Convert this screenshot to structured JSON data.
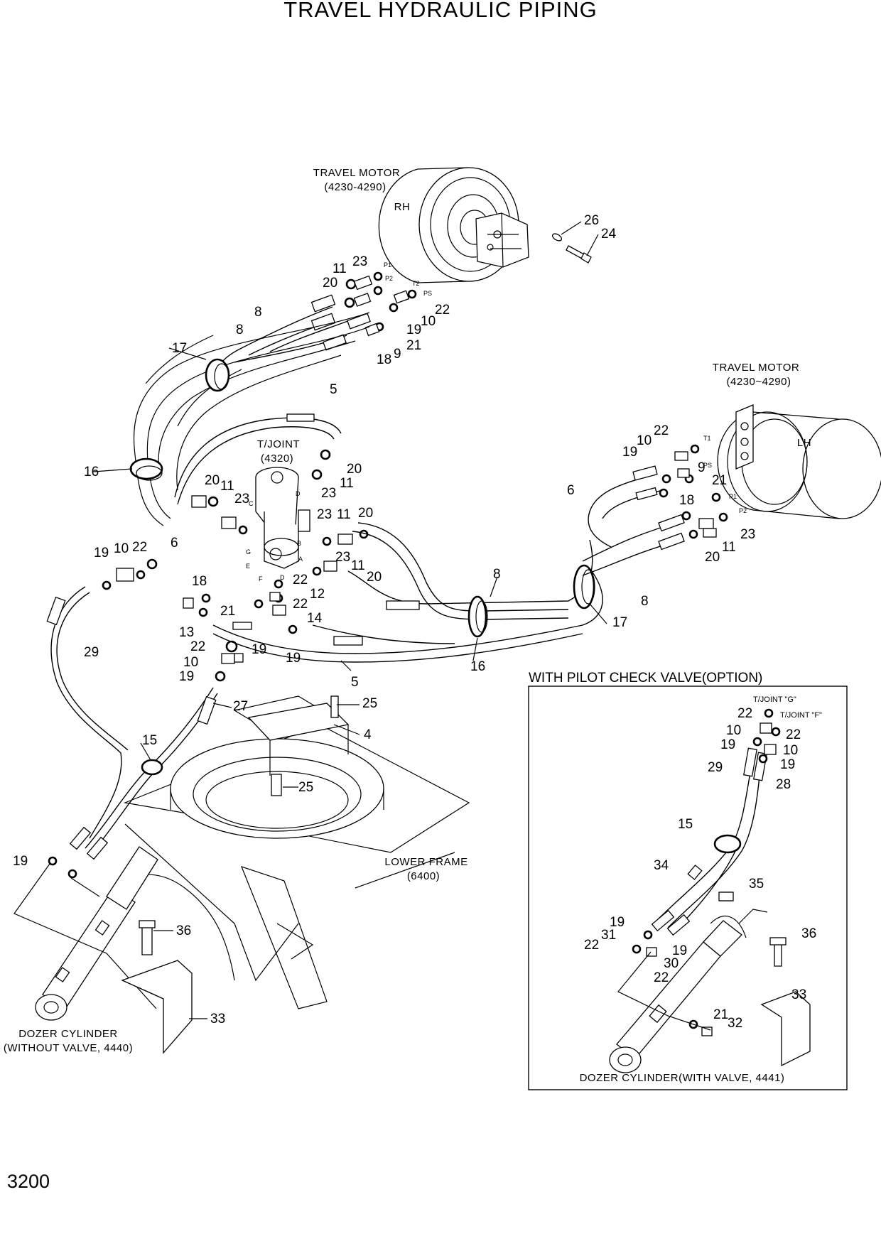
{
  "title": "TRAVEL HYDRAULIC PIPING",
  "page_number": "3200",
  "components": {
    "travel_motor_rh": {
      "caption": "TRAVEL MOTOR",
      "code": "(4230-4290)",
      "side": "RH"
    },
    "travel_motor_lh": {
      "caption": "TRAVEL MOTOR",
      "code": "(4230~4290)",
      "side": "LH"
    },
    "t_joint": {
      "caption": "T/JOINT",
      "code": "(4320)"
    },
    "lower_frame": {
      "caption": "LOWER FRAME",
      "code": "(6400)"
    },
    "dozer_cylinder": {
      "caption": "DOZER CYLINDER",
      "code": "(WITHOUT VALVE, 4440)"
    }
  },
  "port_labels": {
    "rh_motor": [
      "P1",
      "P2",
      "T2",
      "PS"
    ],
    "lh_motor": [
      "T1",
      "PS",
      "P1",
      "P2"
    ],
    "t_joint": [
      "C",
      "D",
      "B",
      "A",
      "G",
      "E",
      "F",
      "D"
    ]
  },
  "callouts": {
    "rh_motor": [
      "26",
      "24",
      "23",
      "11",
      "20",
      "8",
      "8",
      "22",
      "19",
      "10",
      "21",
      "18",
      "9",
      "17",
      "5"
    ],
    "t_joint": [
      "20",
      "11",
      "23",
      "20",
      "11",
      "23",
      "23",
      "11",
      "20",
      "23",
      "11",
      "20",
      "22",
      "12",
      "22",
      "14",
      "18",
      "21",
      "13",
      "19",
      "10",
      "22"
    ],
    "lh_motor": [
      "22",
      "10",
      "19",
      "9",
      "21",
      "6",
      "18",
      "23",
      "11",
      "20",
      "8",
      "8",
      "17"
    ],
    "main_pipes": [
      "16",
      "6",
      "29",
      "22",
      "10",
      "19",
      "19",
      "19",
      "5",
      "16",
      "27",
      "25",
      "4",
      "15",
      "25",
      "19",
      "36",
      "33"
    ]
  },
  "option": {
    "title": "WITH PILOT CHECK VALVE(OPTION)",
    "t_joint_g": "T/JOINT \"G\"",
    "t_joint_f": "T/JOINT \"F\"",
    "cylinder_caption": "DOZER CYLINDER(WITH VALVE, 4441)",
    "callouts": [
      "22",
      "22",
      "10",
      "19",
      "10",
      "19",
      "29",
      "28",
      "15",
      "34",
      "35",
      "19",
      "31",
      "22",
      "19",
      "30",
      "22",
      "36",
      "33",
      "21",
      "32"
    ]
  }
}
